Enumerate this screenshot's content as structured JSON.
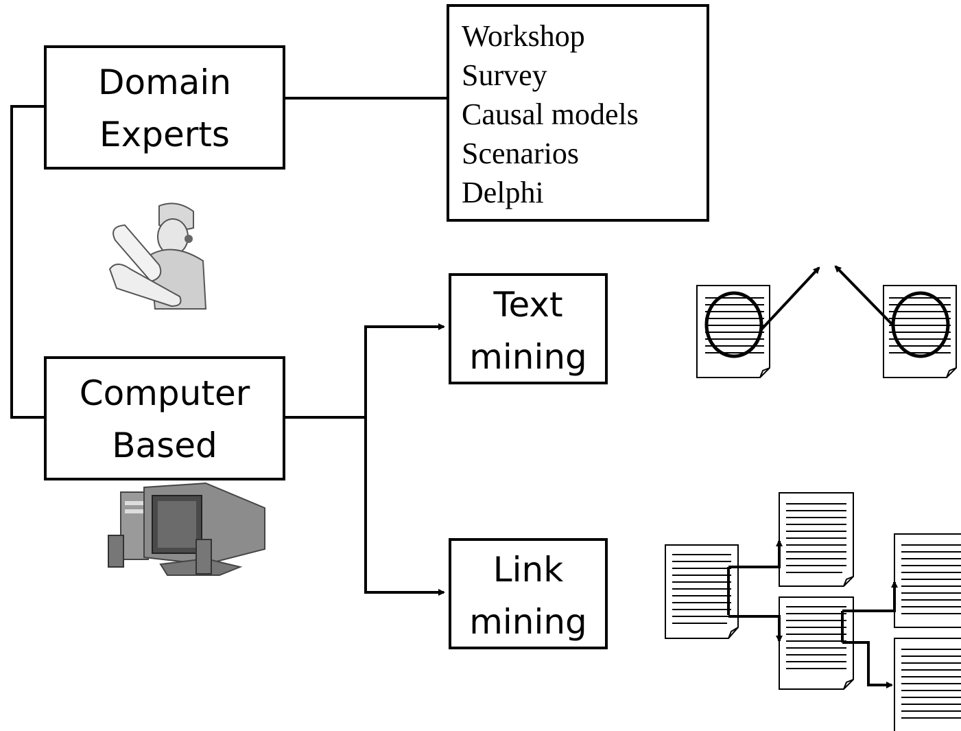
{
  "nodes": {
    "domain_experts": {
      "line1": "Domain",
      "line2": "Experts"
    },
    "computer_based": {
      "line1": "Computer",
      "line2": "Based"
    },
    "text_mining": {
      "line1": "Text",
      "line2": "mining"
    },
    "link_mining": {
      "line1": "Link",
      "line2": "mining"
    }
  },
  "expert_methods": [
    "Workshop",
    "Survey",
    "Causal models",
    "Scenarios",
    "Delphi"
  ],
  "icons": {
    "expert": "engineer-with-blueprints-icon",
    "computer": "desktop-computer-icon",
    "text_mining": "highlighted-documents-icon",
    "link_mining": "linked-documents-icon"
  }
}
